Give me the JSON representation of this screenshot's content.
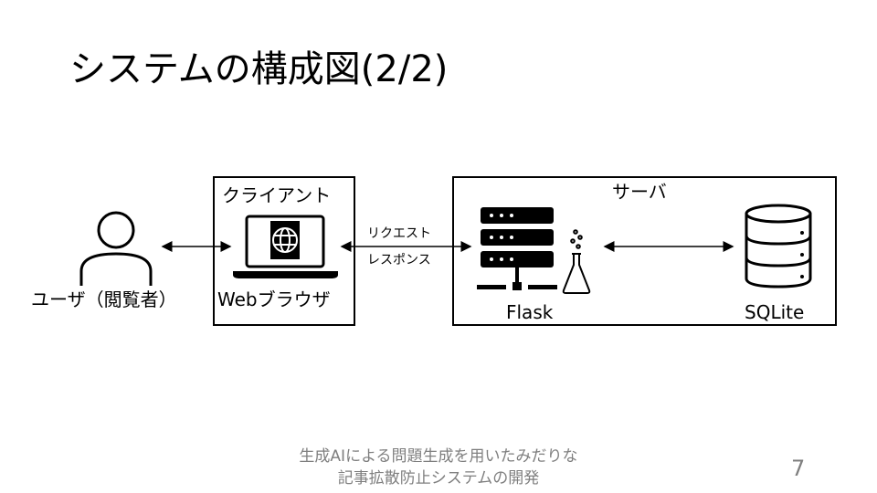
{
  "slide": {
    "title": "システムの構成図(2/2)",
    "footer_line1": "生成AIによる問題生成を用いたみだりな",
    "footer_line2": "記事拡散防止システムの開発",
    "page_number": "7"
  },
  "diagram": {
    "user_label": "ユーザ（閲覧者）",
    "client_box_label": "クライアント",
    "browser_label": "Webブラウザ",
    "request_label": "リクエスト",
    "response_label": "レスポンス",
    "server_box_label": "サーバ",
    "flask_label": "Flask",
    "sqlite_label": "SQLite"
  },
  "icons": [
    "user-icon",
    "laptop-globe-icon",
    "server-rack-icon",
    "flask-beaker-icon",
    "database-icon"
  ]
}
